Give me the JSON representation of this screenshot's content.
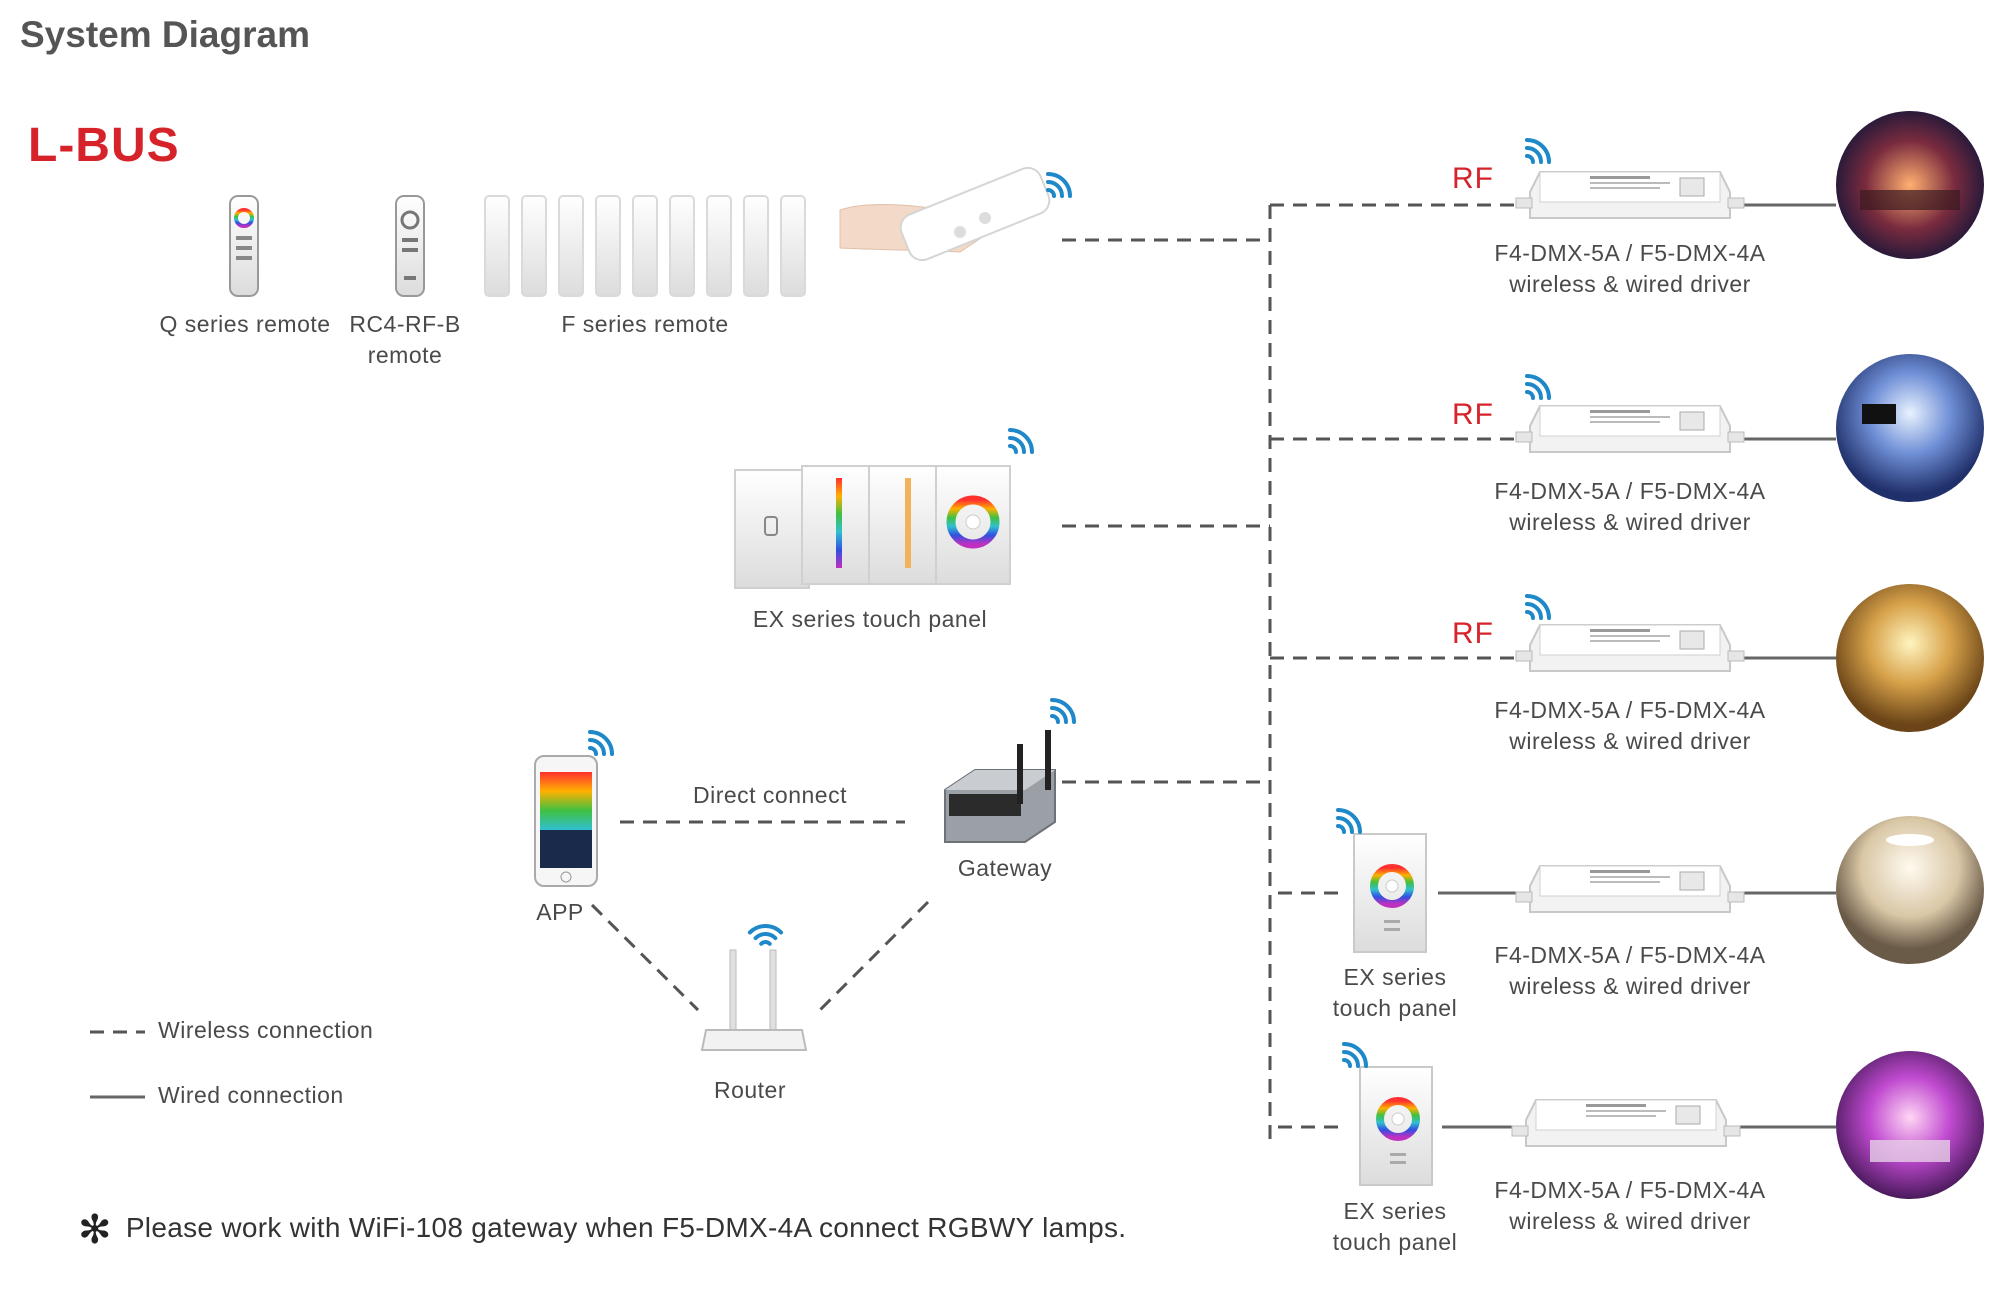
{
  "title": "System Diagram",
  "brand": "L-BUS",
  "remotes": {
    "q_series": "Q series remote",
    "rc4_line1": "RC4-RF-B",
    "rc4_line2": "remote",
    "f_series": "F series remote"
  },
  "touch_panel_label": "EX series touch panel",
  "network": {
    "app": "APP",
    "direct": "Direct connect",
    "gateway": "Gateway",
    "router": "Router"
  },
  "legend": {
    "wireless": "Wireless connection",
    "wired": "Wired connection"
  },
  "drivers": [
    {
      "rf": "RF",
      "line1": "F4-DMX-5A / F5-DMX-4A",
      "line2": "wireless & wired driver"
    },
    {
      "rf": "RF",
      "line1": "F4-DMX-5A / F5-DMX-4A",
      "line2": "wireless & wired driver"
    },
    {
      "rf": "RF",
      "line1": "F4-DMX-5A / F5-DMX-4A",
      "line2": "wireless & wired driver"
    },
    {
      "line1": "F4-DMX-5A / F5-DMX-4A",
      "line2": "wireless & wired driver"
    },
    {
      "line1": "F4-DMX-5A / F5-DMX-4A",
      "line2": "wireless & wired driver"
    }
  ],
  "ex_panels": [
    {
      "line1": "EX series",
      "line2": "touch panel"
    },
    {
      "line1": "EX series",
      "line2": "touch panel"
    }
  ],
  "note": "Please work with WiFi-108 gateway when F5-DMX-4A connect RGBWY lamps.",
  "colors": {
    "brand": "#d6232a",
    "wifi": "#1e88c9",
    "line": "#555555"
  }
}
